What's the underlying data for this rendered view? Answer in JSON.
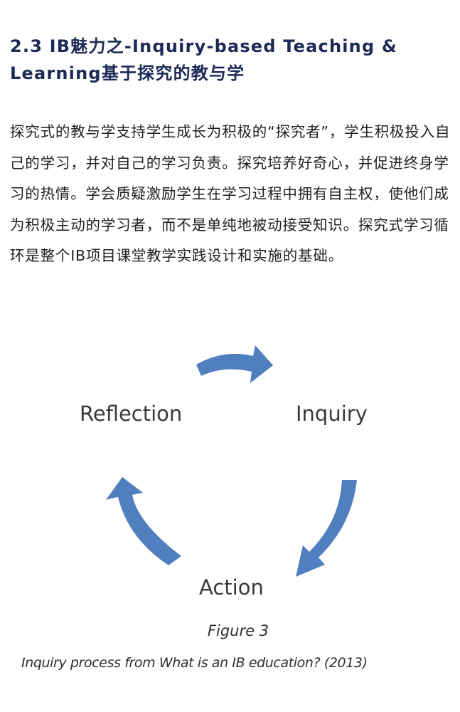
{
  "section": {
    "heading": "2.3  IB魅力之-Inquiry-based Teaching & Learning基于探究的教与学"
  },
  "body": {
    "paragraph": "探究式的教与学支持学生成长为积极的“探究者”，学生积极投入自己的学习，并对自己的学习负责。探究培养好奇心，并促进终身学习的热情。学会质疑激励学生在学习过程中拥有自主权，使他们成为积极主动的学习者，而不是单纯地被动接受知识。探究式学习循环是整个IB项目课堂教学实践设计和实施的基础。"
  },
  "figure": {
    "labels": {
      "inquiry": "Inquiry",
      "action": "Action",
      "reflection": "Reflection"
    },
    "number": "Figure 3",
    "caption": "Inquiry process from What is an IB education? (2013)",
    "arrow_color": "#4f7fbe"
  }
}
